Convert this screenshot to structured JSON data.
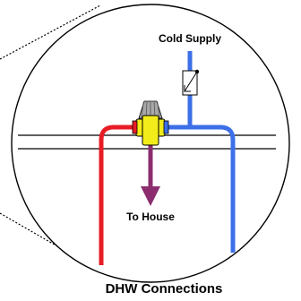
{
  "labels": {
    "cold_supply": "Cold Supply",
    "to_house": "To House",
    "caption": "DHW Connections"
  },
  "colors": {
    "hot_pipe": "#e81c24",
    "cold_pipe": "#3c6fe8",
    "outlet_arrow": "#8b2d6e",
    "valve_body": "#f2ec1a",
    "valve_cap": "#a8a8a8",
    "outline": "#000000",
    "background": "#ffffff"
  },
  "icons": {
    "valve": "thermostatic-mixing-valve-icon",
    "check_valve": "check-valve-icon"
  }
}
